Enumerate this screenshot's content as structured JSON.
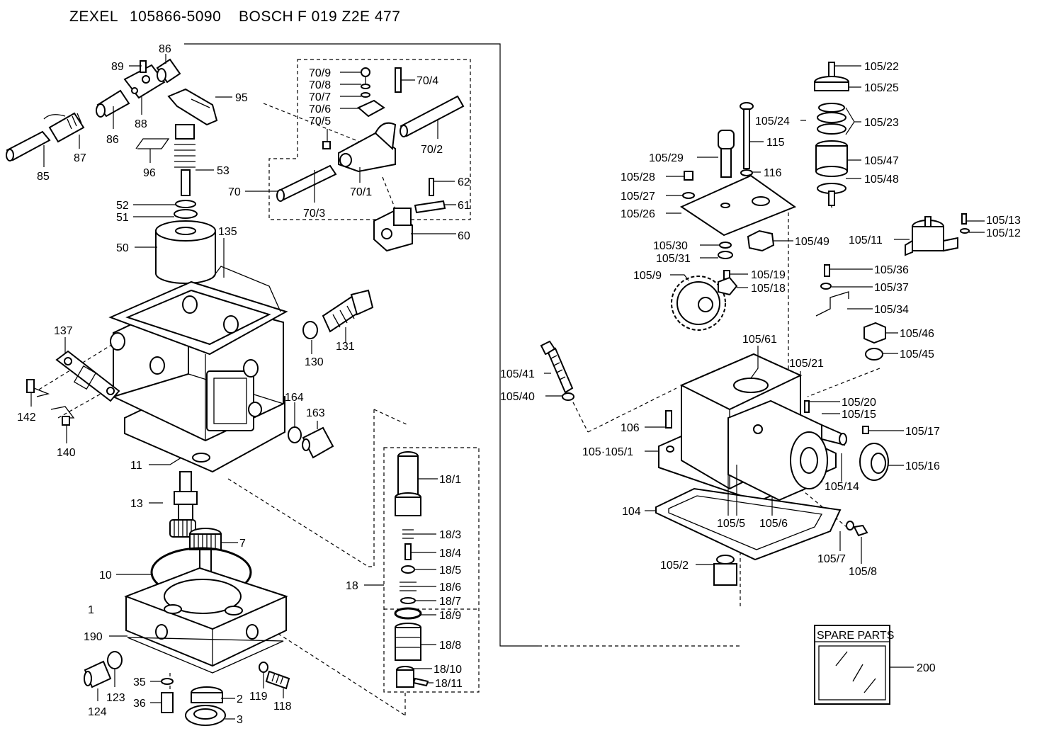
{
  "header": {
    "brand": "ZEXEL",
    "zexel_number": "105866-5090",
    "maker": "BOSCH",
    "bosch_number": "F 019 Z2E 477"
  },
  "spare_parts": {
    "box_label": "SPARE PARTS",
    "part_number": "200"
  },
  "callouts": [
    "89",
    "86",
    "95",
    "88",
    "86",
    "87",
    "85",
    "96",
    "53",
    "52",
    "51",
    "50",
    "135",
    "70/9",
    "70/8",
    "70/7",
    "70/6",
    "70/5",
    "70/4",
    "70/2",
    "70",
    "70/3",
    "70/1",
    "62",
    "61",
    "60",
    "130",
    "131",
    "137",
    "142",
    "140",
    "164",
    "163",
    "11",
    "13",
    "7",
    "10",
    "1",
    "190",
    "123",
    "124",
    "35",
    "36",
    "2",
    "3",
    "119",
    "118",
    "18",
    "18/1",
    "18/3",
    "18/4",
    "18/5",
    "18/6",
    "18/7",
    "18/9",
    "18/8",
    "18/10",
    "18/11",
    "105/22",
    "105/25",
    "105/24",
    "105/23",
    "115",
    "105/29",
    "105/47",
    "116",
    "105/48",
    "105/28",
    "105/27",
    "105/26",
    "105/49",
    "105/30",
    "105/31",
    "105/13",
    "105/11",
    "105/12",
    "105/9",
    "105/19",
    "105/18",
    "105/36",
    "105/37",
    "105/34",
    "105/46",
    "105/45",
    "105/61",
    "105/21",
    "105/41",
    "105/40",
    "105/20",
    "105/15",
    "105/17",
    "106",
    "105·105/1",
    "105/16",
    "105/14",
    "104",
    "105/5",
    "105/6",
    "105/7",
    "105/8",
    "105/2"
  ]
}
